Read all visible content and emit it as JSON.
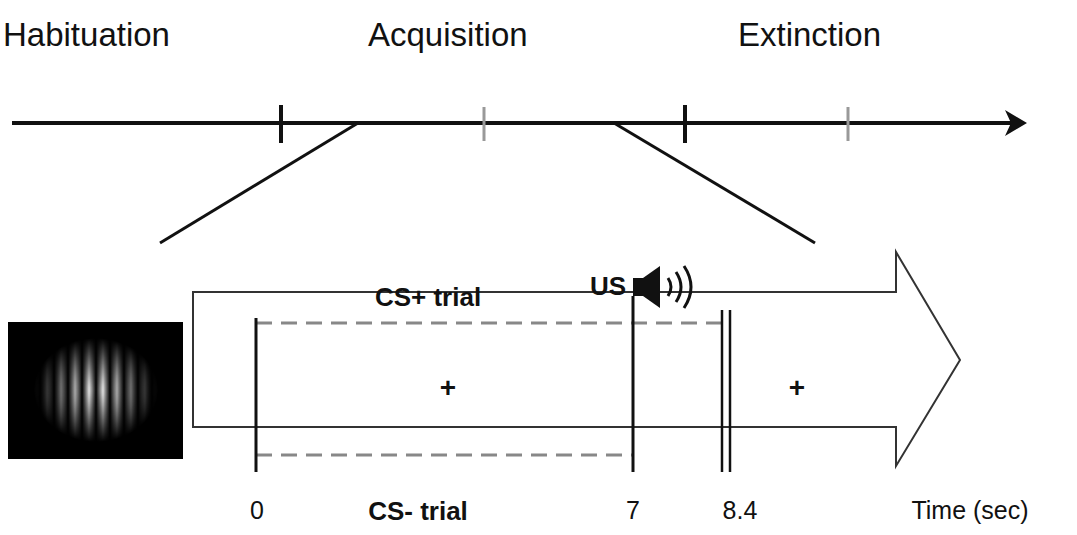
{
  "diagram": {
    "labels": [
      "Habituation",
      "Acquisition",
      "Extinction",
      "CS+ trial",
      "US",
      "+",
      "+",
      "CS- trial",
      "0",
      "7",
      "8.4",
      "Time (sec)"
    ]
  }
}
